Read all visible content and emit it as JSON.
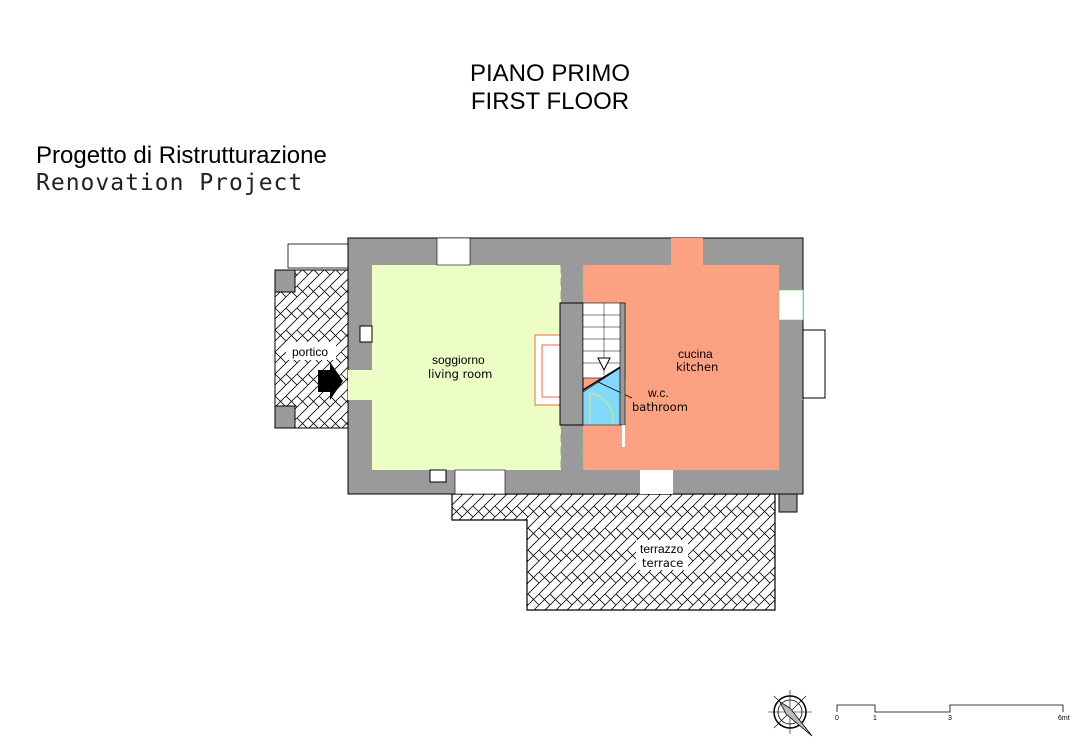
{
  "title": {
    "line1": "PIANO PRIMO",
    "line2": "FIRST FLOOR"
  },
  "project": {
    "line1": "Progetto di Ristrutturazione",
    "line2": "Renovation Project"
  },
  "rooms": {
    "portico": {
      "it": "portico"
    },
    "living": {
      "it": "soggiorno",
      "en": "living room"
    },
    "kitchen": {
      "it": "cucina",
      "en": "kitchen"
    },
    "bathroom": {
      "it": "w.c.",
      "en": "bathroom"
    },
    "terrace": {
      "it": "terrazzo",
      "en": "terrace"
    }
  },
  "scale": {
    "ticks": [
      "0",
      "1",
      "3",
      "6mt"
    ]
  },
  "colors": {
    "living": "#edfdc6",
    "kitchen": "#fca283",
    "bathroom": "#82d9fa",
    "wall": "#9a9a9a",
    "fireplace": "#f46a3a"
  }
}
